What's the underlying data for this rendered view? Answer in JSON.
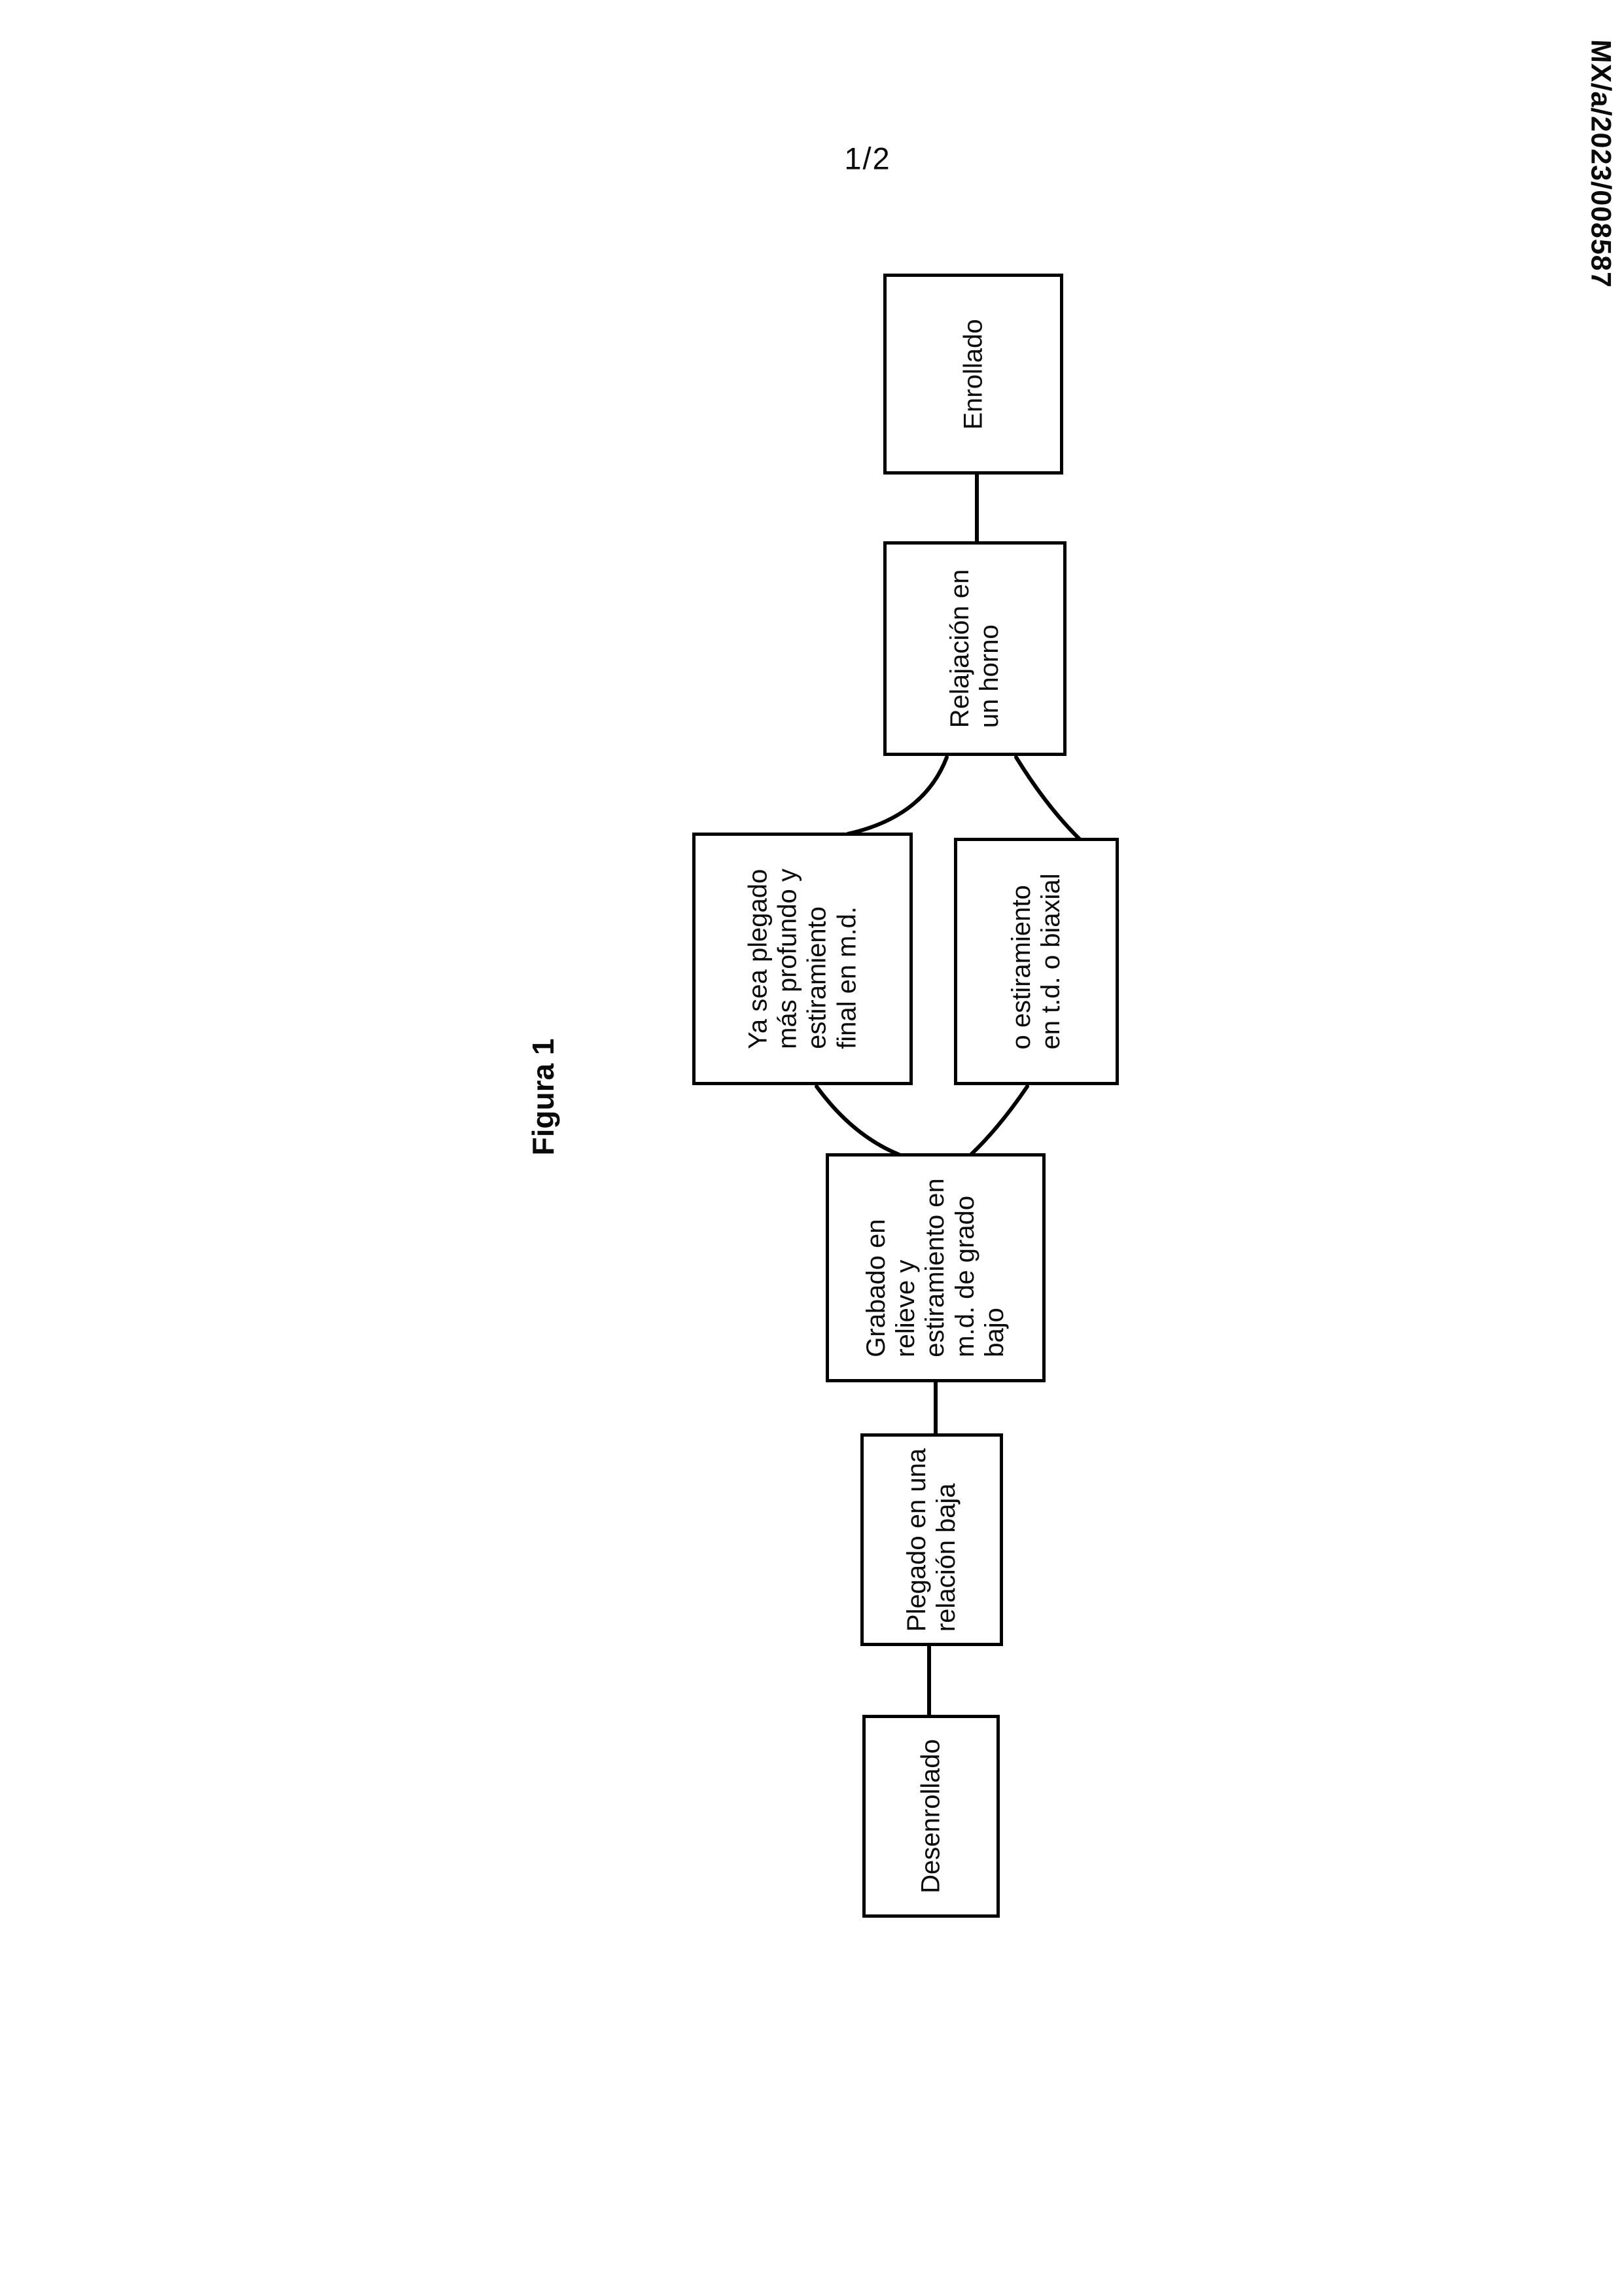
{
  "page": {
    "sheet_number": "1/2",
    "application_number": "MX/a/2023/008587",
    "figure_label": "Figura 1"
  },
  "colors": {
    "ink": "#000000",
    "paper": "#ffffff"
  },
  "flowchart": {
    "description": "Process flow diagram of Figura 1, boxes listed in process order",
    "boxes": [
      {
        "id": "desenrollado",
        "lines": [
          "Desenrollado"
        ]
      },
      {
        "id": "plegado-relacion-baja",
        "lines": [
          "Plegado en una",
          "relación baja"
        ]
      },
      {
        "id": "grabado-estiramiento",
        "lines": [
          "Grabado en",
          "relieve y",
          "estiramiento en",
          "m.d. de grado",
          "bajo"
        ]
      },
      {
        "id": "plegado-mas-profundo",
        "lines": [
          "Ya sea plegado",
          "más profundo y",
          "estiramiento",
          "final en m.d."
        ]
      },
      {
        "id": "estiramiento-td-biaxial",
        "lines": [
          "o estiramiento",
          "en t.d. o biaxial"
        ]
      },
      {
        "id": "relajacion-horno",
        "lines": [
          "Relajación en",
          "un horno"
        ]
      },
      {
        "id": "enrollado",
        "lines": [
          "Enrollado"
        ]
      }
    ]
  }
}
